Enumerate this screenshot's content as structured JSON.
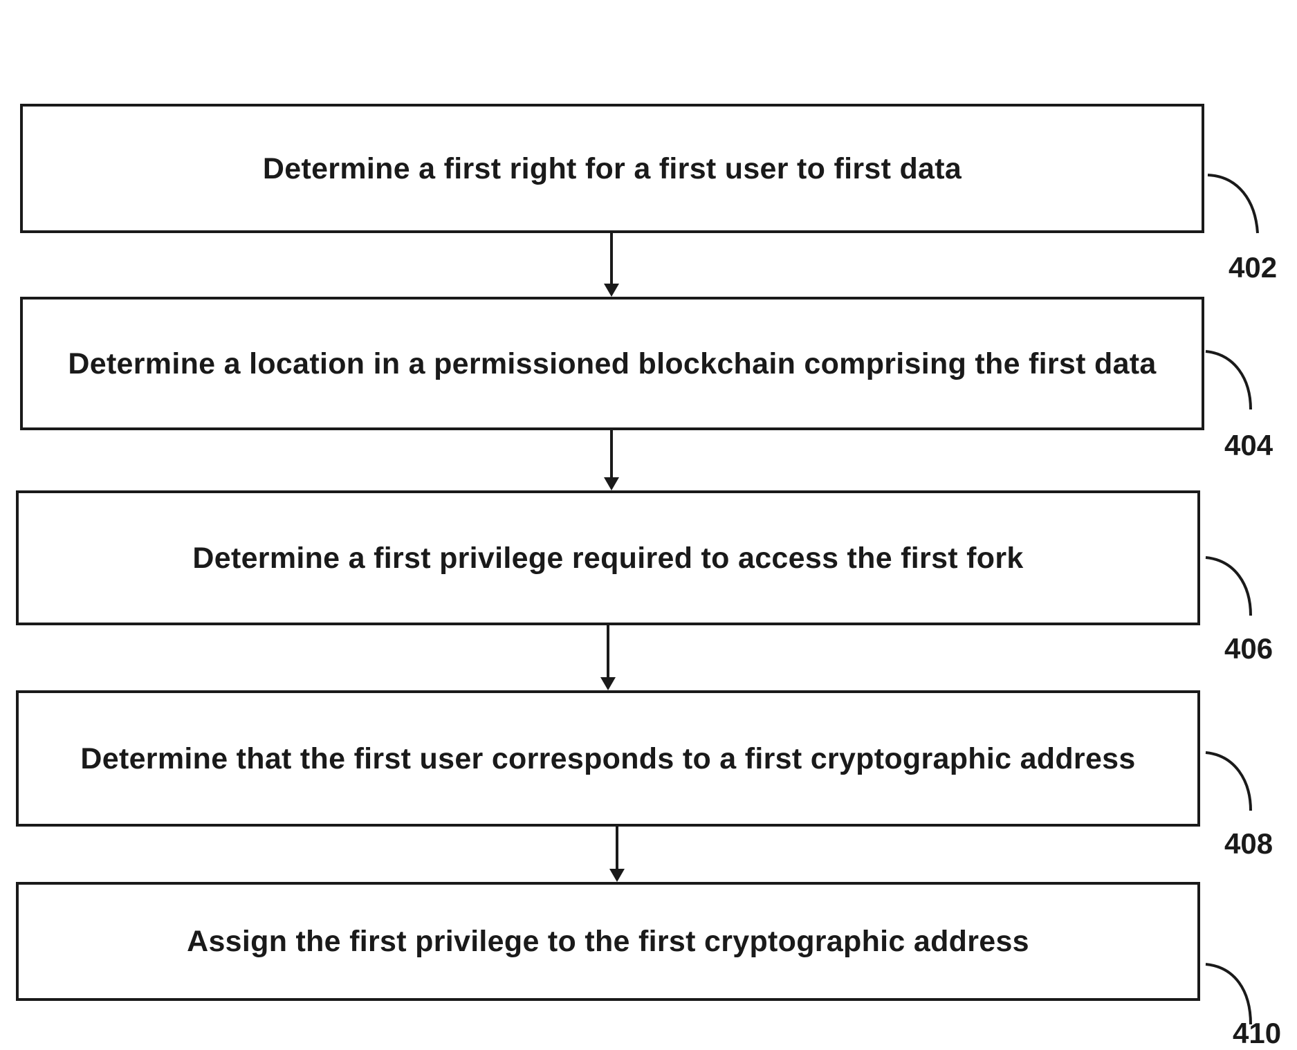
{
  "flowchart": {
    "steps": [
      {
        "ref": "402",
        "text": "Determine a first right for a first user to first data"
      },
      {
        "ref": "404",
        "text": "Determine a location in a permissioned blockchain comprising the first data"
      },
      {
        "ref": "406",
        "text": "Determine a first privilege required to access the first fork"
      },
      {
        "ref": "408",
        "text": "Determine that the first user corresponds to a first cryptographic address"
      },
      {
        "ref": "410",
        "text": "Assign the first privilege to the first cryptographic address"
      }
    ]
  }
}
